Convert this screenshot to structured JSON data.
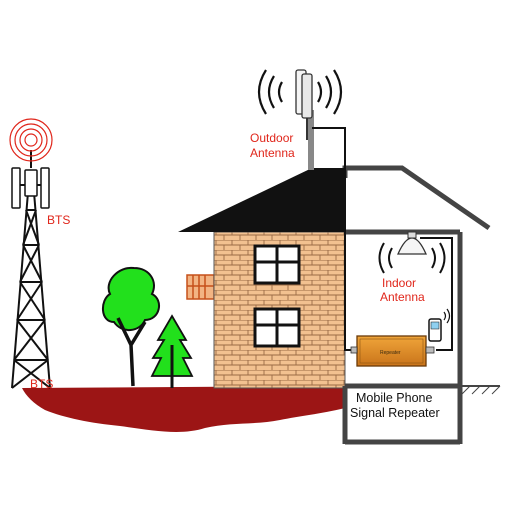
{
  "labels": {
    "bts": "BTS",
    "outdoor_antenna": [
      "Outdoor",
      "Antenna"
    ],
    "indoor_antenna": [
      "Indoor",
      "Antenna"
    ],
    "repeater_caption": [
      "Mobile Phone",
      "Signal Repeater"
    ],
    "repeater_device_text": "Repeater"
  },
  "colors": {
    "label_red": "#e0261b",
    "ground": "#9c1515",
    "brick": "#f2c190",
    "roof": "#111111",
    "tree_green": "#22e01c",
    "repeater": "#d98a1f",
    "wall_gray": "#444444"
  }
}
